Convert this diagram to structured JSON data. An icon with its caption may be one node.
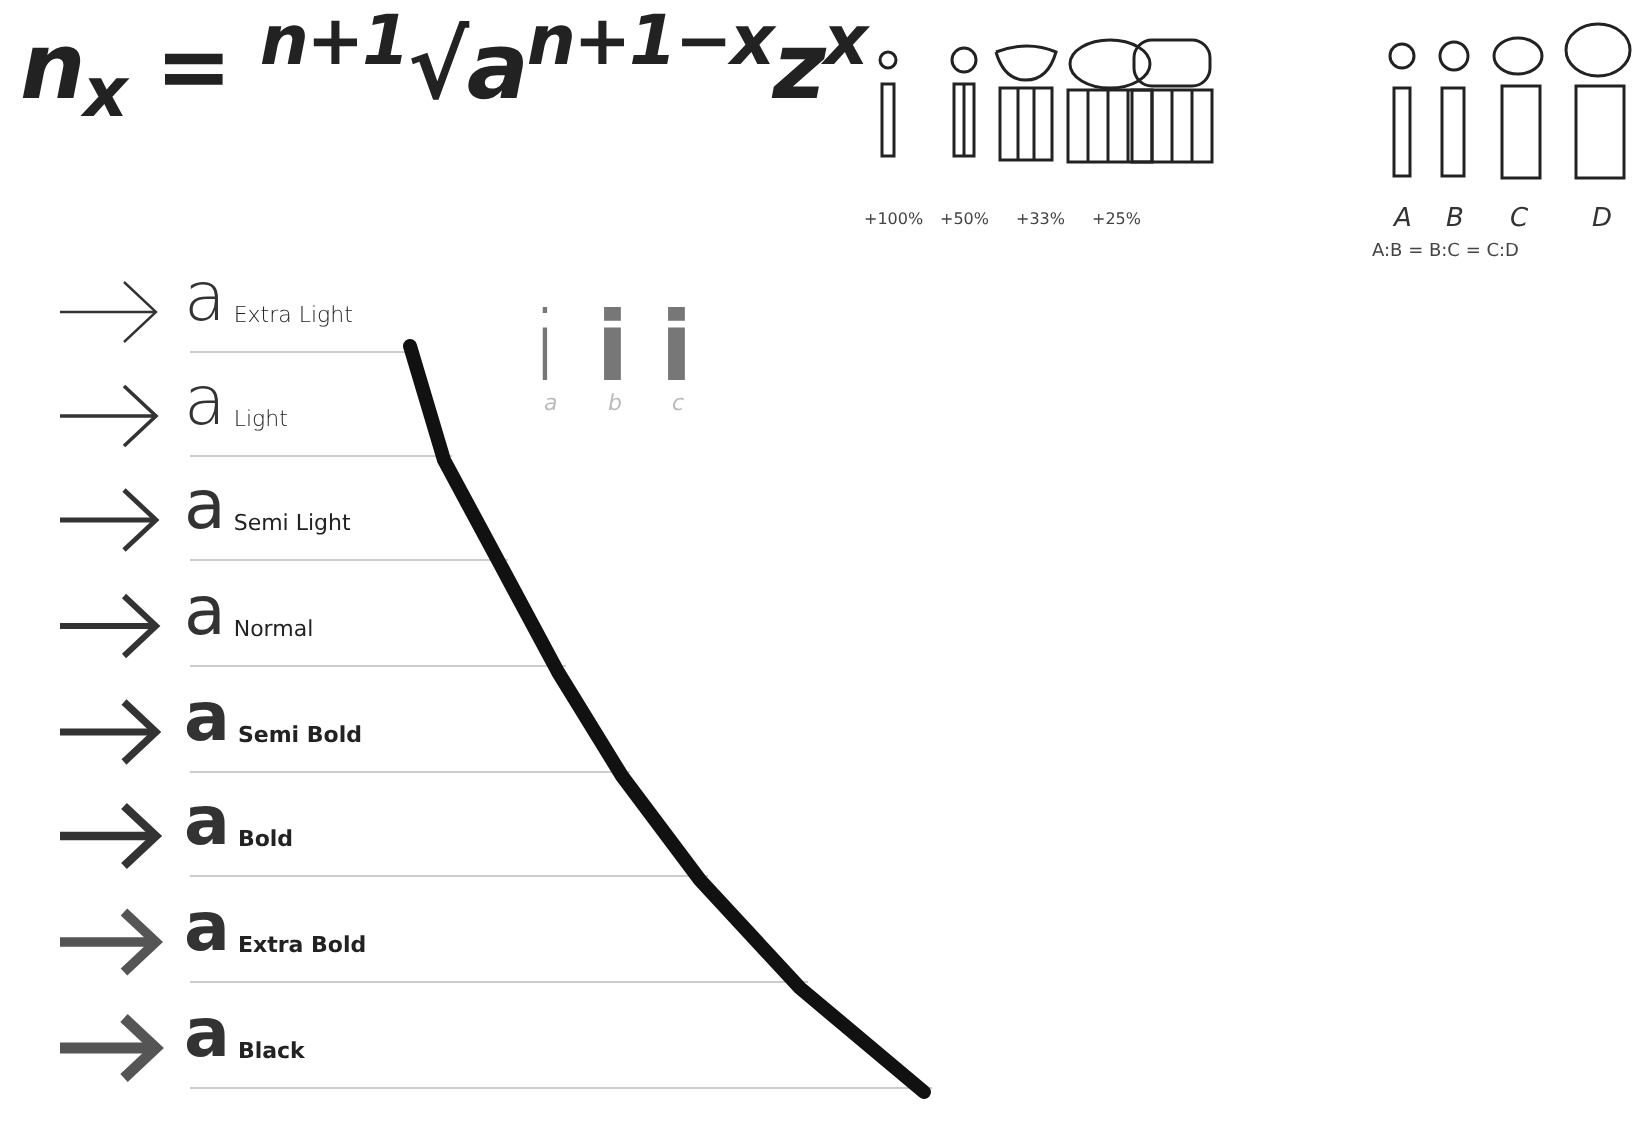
{
  "diagram": {
    "labels": [
      "*n*$_{x}$ = $^{n+1}$√*a*$^{n+1−x}$*z*$^{x}$",
      "+100%",
      "+50%",
      "+33%",
      "+25%",
      "A",
      "B",
      "C",
      "D",
      "A:B = B:C = C:D",
      "i",
      "i",
      "i",
      "a",
      "b",
      "c",
      "a",
      "Extra Light",
      "a",
      "Light",
      "a",
      "Semi Light",
      "a",
      "Normal",
      "a",
      "Semi Bold",
      "a",
      "Bold",
      "a",
      "Extra Bold",
      "a",
      "Black"
    ]
  }
}
